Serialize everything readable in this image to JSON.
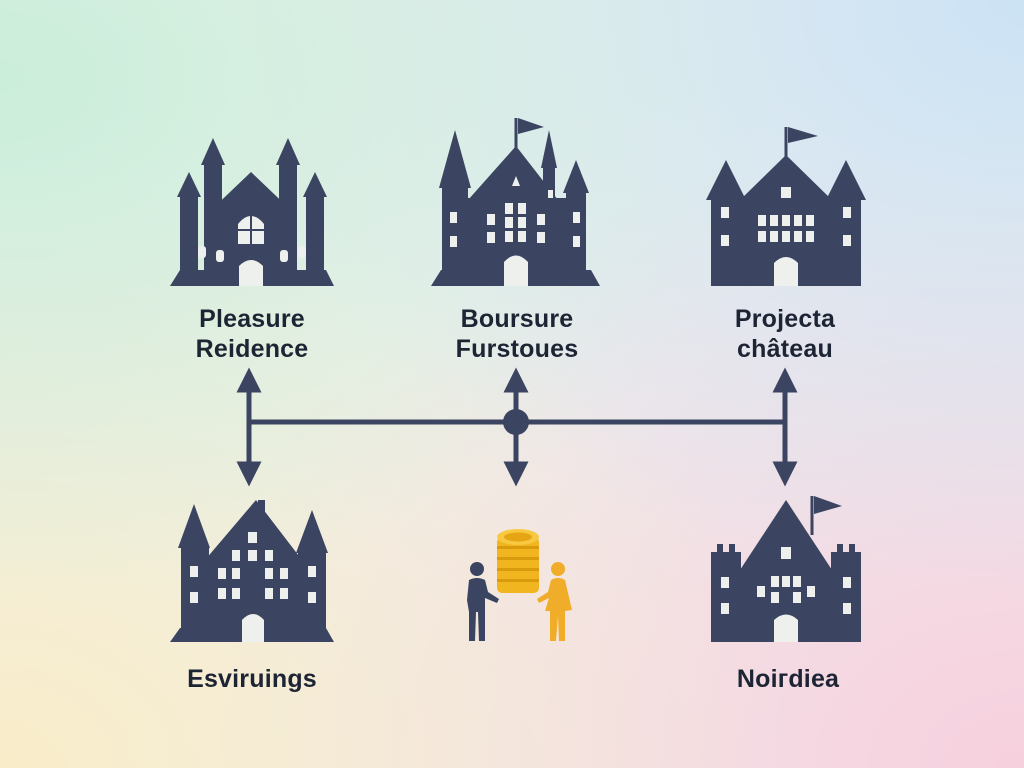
{
  "nodes": [
    {
      "id": "pleasure",
      "line1": "Pleasure",
      "line2": "Reidence",
      "icon": "castle-icon"
    },
    {
      "id": "boursure",
      "line1": "Boursure",
      "line2": "Furstoues",
      "icon": "castle-icon"
    },
    {
      "id": "projecta",
      "line1": "Projecta",
      "line2": "château",
      "icon": "castle-icon"
    },
    {
      "id": "esviruings",
      "line1": "Esviruings",
      "icon": "castle-icon"
    },
    {
      "id": "exchange",
      "icon": "coin-exchange-icon"
    },
    {
      "id": "noirdiea",
      "line1": "Noiгdiea",
      "icon": "castle-icon"
    }
  ],
  "colors": {
    "icon": "#3b4460",
    "coin": "#f1b520",
    "coin_dark": "#d99a0e",
    "person_gold": "#f0ad2a",
    "text": "#1d2433"
  }
}
